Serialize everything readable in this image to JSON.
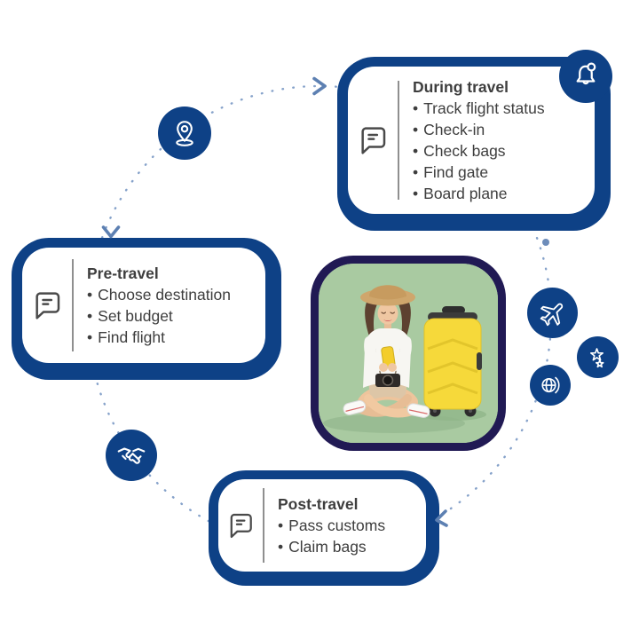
{
  "bullet": "•",
  "cards": {
    "pre": {
      "title": "Pre-travel",
      "items": [
        "Choose destination",
        "Set budget",
        "Find flight"
      ]
    },
    "during": {
      "title": "During travel",
      "items": [
        "Track flight status",
        "Check-in",
        "Check bags",
        "Find gate",
        "Board plane"
      ]
    },
    "post": {
      "title": "Post-travel",
      "items": [
        "Pass customs",
        "Claim bags"
      ]
    }
  },
  "icons": {
    "card_marker": "chat-bubble-icon",
    "during_badge": "bell-notification-icon",
    "around_circle": [
      "location-pin-icon",
      "plane-icon",
      "stars-icon",
      "globe-icon",
      "handshake-icon"
    ]
  },
  "colors": {
    "primary_blue": "#0e4186",
    "photo_border_navy": "#211a54",
    "text_gray": "#3e3e3e",
    "dotted_circle": "#7f9dc7",
    "photo_background_green": "#a9caa1",
    "suitcase_yellow": "#f6d93a"
  },
  "center_image": {
    "alt": "Young woman traveler in a sun hat sitting cross-legged, using a yellow phone, beside a yellow suitcase on a green background"
  }
}
